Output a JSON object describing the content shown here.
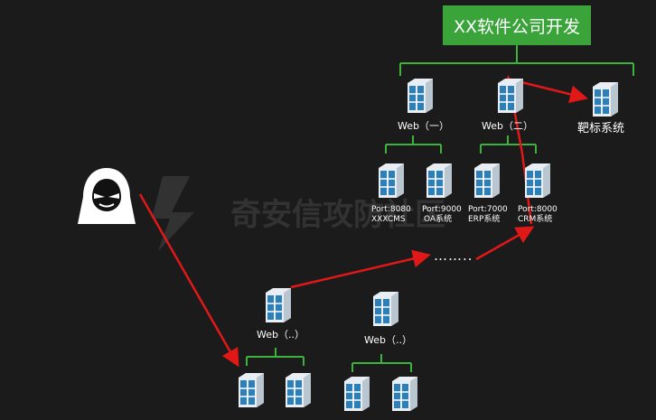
{
  "title": "XX软件公司开发",
  "labels": {
    "web1": "Web（一）",
    "web2": "Web（二）",
    "target": "靶标系统",
    "web_low1": "Web（..）",
    "web_low2": "Web（..）",
    "ellipsis": "……..",
    "watermark": "奇安信攻防社区"
  },
  "servers": [
    {
      "port": "Port:8080",
      "name": "XXXCMS"
    },
    {
      "port": "Port:9000",
      "name": "OA系统"
    },
    {
      "port": "Port:7000",
      "name": "ERP系统"
    },
    {
      "port": "Port:8000",
      "name": "CRM系统"
    }
  ],
  "colors": {
    "background": "#1b1b1b",
    "title_bg": "#3aa43a",
    "bracket": "#3cb43c",
    "attack_arrow": "#e01818",
    "server_body": "#e8eef3",
    "server_blue": "#2d7fb8"
  },
  "icons": [
    "hacker-icon",
    "server-icon",
    "watermark-logo-icon"
  ]
}
